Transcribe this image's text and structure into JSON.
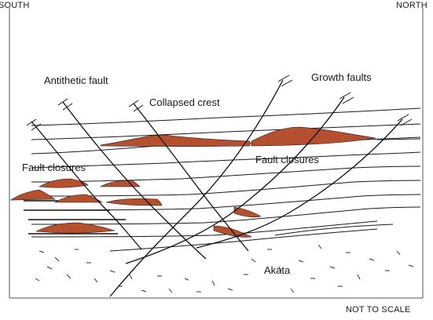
{
  "labels": {
    "south": "SOUTH",
    "north": "NORTH",
    "not_to_scale": "NOT TO SCALE",
    "antithetic_fault": "Antithetic fault",
    "collapsed_crest": "Collapsed crest",
    "growth_faults": "Growth faults",
    "fault_closures_left": "Fault closures",
    "fault_closures_right": "Fault closures",
    "akata": "Akata"
  },
  "colors": {
    "hydrocarbon_fill": "#b5502f",
    "line": "#1a1a1a",
    "frame": "#555555"
  }
}
